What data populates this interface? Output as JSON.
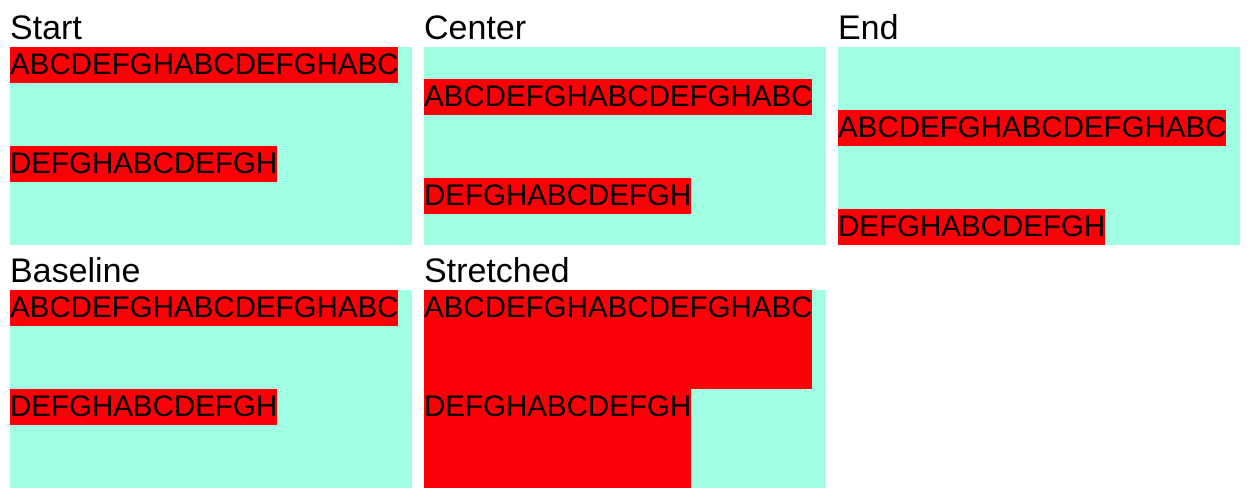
{
  "colors": {
    "container_bg": "#A0FFE2",
    "chip_bg": "#FB0007",
    "text": "#000000",
    "page_bg": "#FFFFFF"
  },
  "chip_text": {
    "line1": "ABCDEFGHABCDEFGHABC",
    "line2": "DEFGHABCDEFGH"
  },
  "panels": [
    {
      "label": "Start",
      "alignment": "start"
    },
    {
      "label": "Center",
      "alignment": "center"
    },
    {
      "label": "End",
      "alignment": "end"
    },
    {
      "label": "Baseline",
      "alignment": "baseline"
    },
    {
      "label": "Stretched",
      "alignment": "stretched"
    }
  ]
}
